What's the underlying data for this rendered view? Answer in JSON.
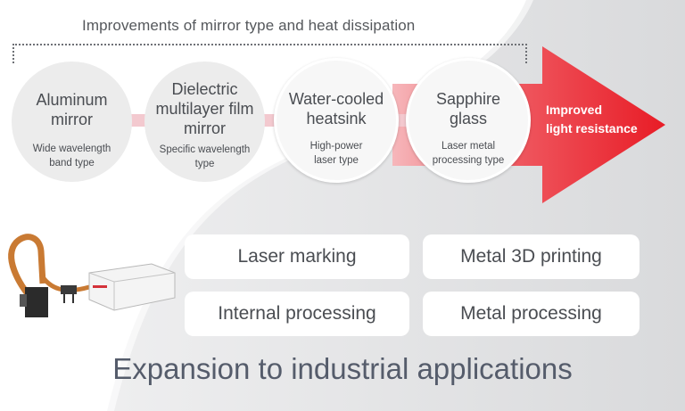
{
  "header": {
    "caption": "Improvements of mirror type and heat dissipation"
  },
  "steps": [
    {
      "title_lines": [
        "Aluminum",
        "mirror"
      ],
      "sub_lines": [
        "Wide wavelength",
        "band type"
      ]
    },
    {
      "title_lines": [
        "Dielectric",
        "multilayer film",
        "mirror"
      ],
      "sub_lines": [
        "Specific wavelength",
        "type"
      ]
    },
    {
      "title_lines": [
        "Water-cooled",
        "heatsink"
      ],
      "sub_lines": [
        "High-power",
        "laser type"
      ]
    },
    {
      "title_lines": [
        "Sapphire",
        "glass"
      ],
      "sub_lines": [
        "Laser metal",
        "processing type"
      ]
    }
  ],
  "arrow": {
    "label_lines": [
      "Improved",
      "light resistance"
    ]
  },
  "applications": [
    "Laser marking",
    "Metal 3D printing",
    "Internal processing",
    "Metal processing"
  ],
  "footer": {
    "headline": "Expansion to industrial applications"
  },
  "colors": {
    "arrow_red": "#e8202a",
    "connector_pink": "#f3c9cf",
    "headline_gray": "#555c6b"
  }
}
